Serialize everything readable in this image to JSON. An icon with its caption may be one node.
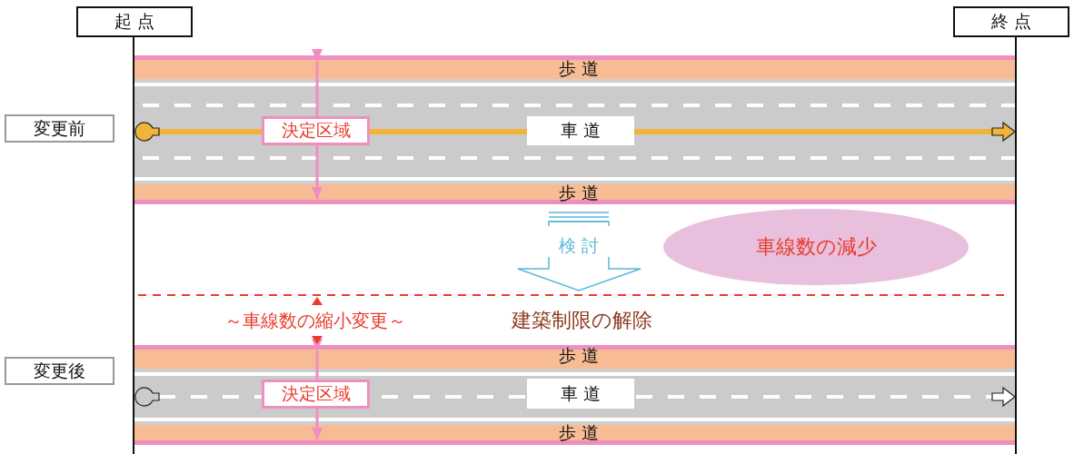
{
  "diagram": {
    "nodes": [
      {
        "text": [
          "起 点"
        ]
      },
      {
        "text": [
          "終 点"
        ]
      },
      {
        "text": [
          "変更前"
        ]
      },
      {
        "text": [
          "決定区域"
        ]
      },
      {
        "text": [
          "車 道"
        ]
      },
      {
        "text": [
          "車線数の減少"
        ]
      },
      {
        "text": [
          "変更後"
        ]
      },
      {
        "text": [
          "決定区域"
        ]
      },
      {
        "text": [
          "車 道"
        ]
      }
    ],
    "labels": [
      "歩 道",
      "歩 道",
      "検 討",
      "～車線数の縮小変更～",
      "建築制限の解除",
      "歩 道",
      "歩 道"
    ]
  }
}
